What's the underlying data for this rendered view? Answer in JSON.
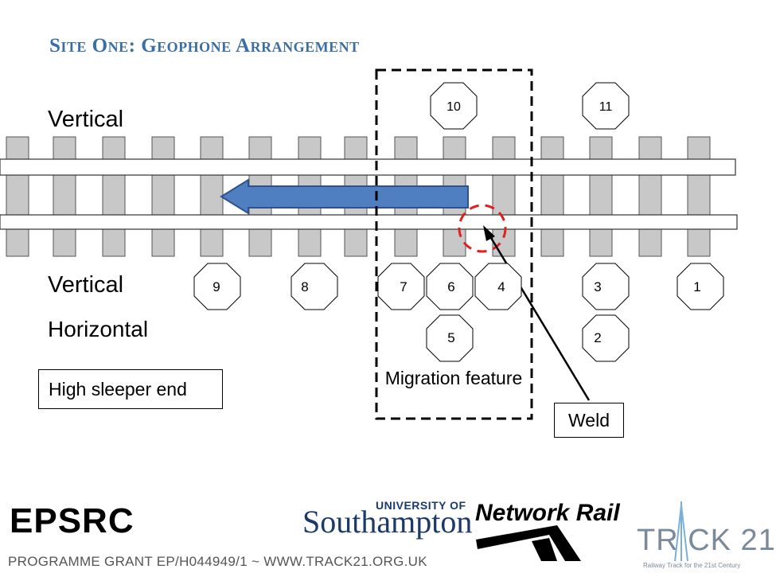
{
  "title": "Site One: Geophone Arrangement",
  "labels": {
    "vertical_top": "Vertical",
    "vertical_bottom": "Vertical",
    "horizontal": "Horizontal",
    "high_sleeper_end": "High sleeper end",
    "migration_feature": "Migration feature",
    "weld": "Weld"
  },
  "geophones": {
    "top_row": [
      "10",
      "11"
    ],
    "vertical_row": [
      "9",
      "8",
      "7",
      "6",
      "4",
      "3",
      "1"
    ],
    "horizontal_row": [
      "5",
      "2"
    ]
  },
  "colors": {
    "title": "#3a6ea5",
    "arrow_fill": "#4f7ec1",
    "arrow_stroke": "#2f528f",
    "weld_circle": "#e02020",
    "sleeper_fill": "#c8c8c8"
  },
  "footer": {
    "programme": "PROGRAMME GRANT EP/H044949/1 ~ WWW.TRACK21.ORG.UK",
    "epsrc": "EPSRC",
    "uos_top": "UNIVERSITY OF",
    "uos_main": "Southampton",
    "network_rail": "Network Rail",
    "track21": "TR CK 21",
    "track21_sub": "Railway Track for the 21st Century"
  }
}
